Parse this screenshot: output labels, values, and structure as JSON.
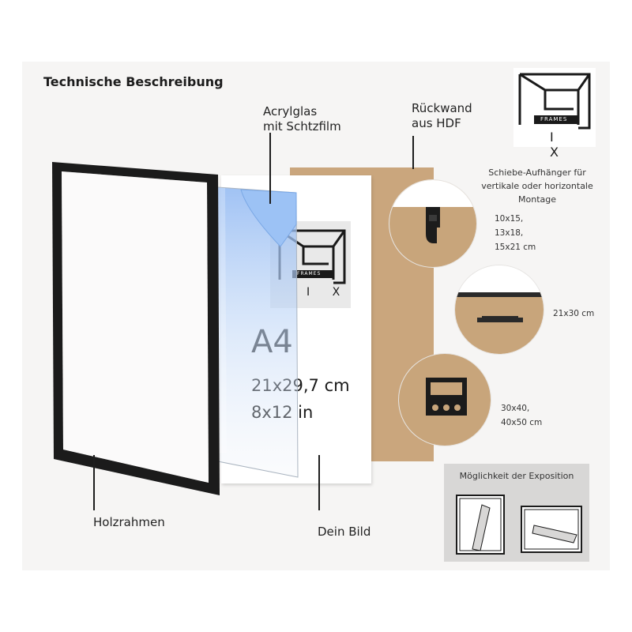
{
  "title": "Technische Beschreibung",
  "labels": {
    "glass": "Acrylglas\nmit Schtzfilm",
    "backboard": "Rückwand\naus HDF",
    "frame": "Holzrahmen",
    "picture": "Dein Bild"
  },
  "hanger": {
    "caption": "Schiebe-Aufhänger für\nvertikale oder horizontale\nMontage",
    "size_small": "10x15,\n13x18,\n15x21 cm",
    "size_medium": "21x30 cm",
    "size_large": "30x40,\n40x50 cm"
  },
  "poster": {
    "format": "A4",
    "size_cm": "21x29,7 cm",
    "size_in": "8x12 in"
  },
  "logo": {
    "frames": "FRAMES",
    "letters": "I X"
  },
  "exposition": {
    "title": "Möglichkeit der Exposition"
  },
  "colors": {
    "panel": "#f6f5f4",
    "frame": "#1b1b1b",
    "hdf": "#c8a47a",
    "glass_film": "#8fb8f0",
    "expo_bg": "#d8d7d6"
  }
}
